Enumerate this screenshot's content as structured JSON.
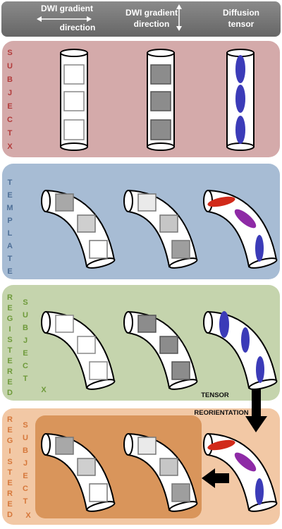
{
  "header": {
    "col1_line1": "DWI gradient",
    "col1_line2": "direction",
    "col2_line1": "DWI gradient",
    "col2_line2": "direction",
    "col3_line1": "Diffusion",
    "col3_line2": "tensor"
  },
  "panels": [
    {
      "id": "subject",
      "labels": [
        "S",
        "U",
        "B",
        "J",
        "E",
        "C",
        "T",
        "X"
      ]
    },
    {
      "id": "template",
      "labels": [
        "T",
        "E",
        "M",
        "P",
        "L",
        "A",
        "T",
        "E"
      ]
    },
    {
      "id": "registered",
      "labels_left": [
        "R",
        "E",
        "G",
        "I",
        "S",
        "T",
        "E",
        "R",
        "E",
        "D"
      ],
      "labels_right": [
        "S",
        "U",
        "B",
        "J",
        "E",
        "C",
        "T",
        "X"
      ]
    },
    {
      "id": "registered-reoriented",
      "labels_left": [
        "R",
        "E",
        "G",
        "I",
        "S",
        "T",
        "E",
        "R",
        "E",
        "D"
      ],
      "labels_right": [
        "S",
        "U",
        "B",
        "J",
        "E",
        "C",
        "T",
        "X"
      ]
    }
  ],
  "annotation": {
    "line1": "TENSOR",
    "line2": "REORIENTATION"
  },
  "colors": {
    "header_bg": "#7b7b7b",
    "subject_bg": "#d4aaaa",
    "subject_text": "#b23a3a",
    "template_bg": "#a7bcd4",
    "template_text": "#4d6e96",
    "registered_bg": "#c5d4ad",
    "registered_text": "#6e9a3a",
    "reoriented_bg": "#f2c8a5",
    "reoriented_inner_bg": "#d9955b",
    "reoriented_text": "#d6773a",
    "tensor_blue": "#3b3bb8",
    "tensor_red": "#d12a1a",
    "tensor_purple": "#8e2aa6"
  }
}
